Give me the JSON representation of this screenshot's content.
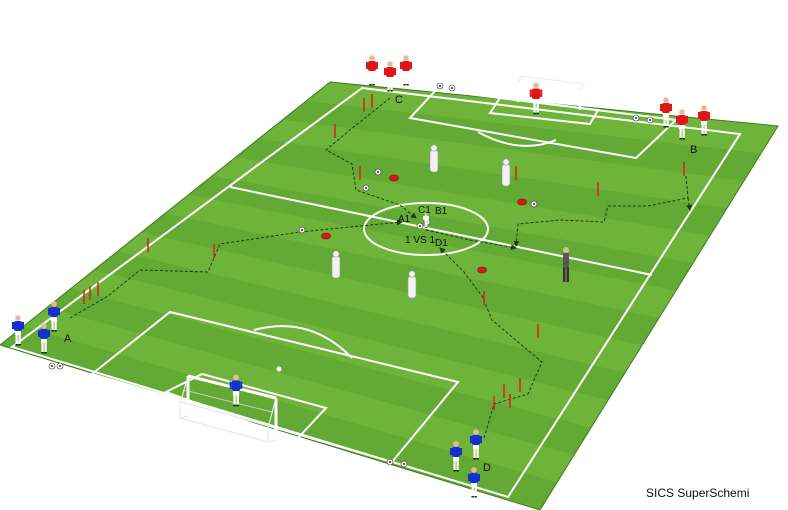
{
  "labels": {
    "group_a": "A",
    "group_b": "B",
    "group_c": "C",
    "group_d": "D",
    "c1": "C1",
    "b1": "B1",
    "a1": "A1",
    "d1": "D1",
    "duel": "1 VS 1"
  },
  "watermark": "SICS SuperSchemi",
  "colors": {
    "grass_light": "#6fb43a",
    "grass_dark": "#4f9a29",
    "line": "#ffffff",
    "team_red": "#e01515",
    "team_blue": "#1530d0",
    "pole": "#d42a1a",
    "arrow": "#1d3a10"
  }
}
